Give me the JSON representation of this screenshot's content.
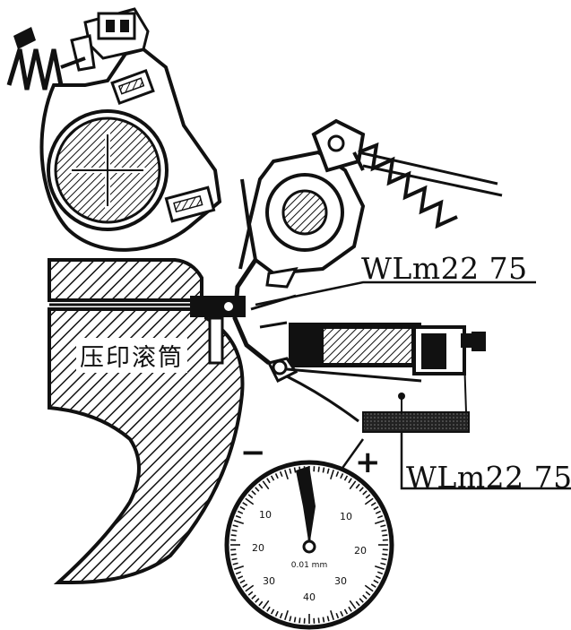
{
  "labels": {
    "upper_code": "WLm22  75",
    "lower_code": "WLm22  75",
    "cylinder": "压印滚筒",
    "minus": "−",
    "plus": "+"
  },
  "dial": {
    "numbers_left": [
      "10",
      "20",
      "30",
      "40"
    ],
    "numbers_right": [
      "10",
      "20",
      "30"
    ],
    "center_text": "0.01 mm"
  },
  "colors": {
    "ink": "#111111",
    "paper": "#ffffff"
  }
}
